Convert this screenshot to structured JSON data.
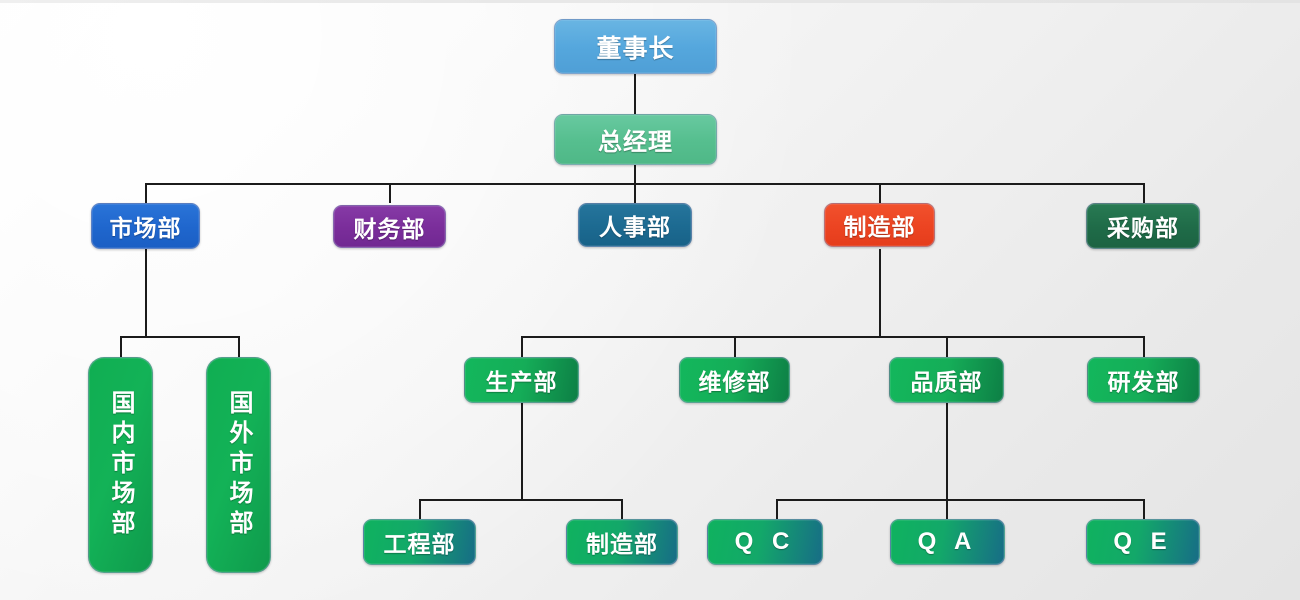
{
  "chart_data": {
    "type": "diagram",
    "diagram_type": "organization-chart",
    "title": "",
    "orientation": "top-down",
    "levels": 5,
    "nodes": [
      {
        "id": "chairman",
        "label": "董事长",
        "level": 0,
        "parent": null,
        "color": "#5bacdf",
        "shape": "rounded-rect",
        "orientation": "horizontal"
      },
      {
        "id": "gm",
        "label": "总经理",
        "level": 1,
        "parent": "chairman",
        "color": "#5bc292",
        "shape": "rounded-rect",
        "orientation": "horizontal"
      },
      {
        "id": "marketing",
        "label": "市场部",
        "level": 2,
        "parent": "gm",
        "color": "#2069cf",
        "shape": "rounded-rect",
        "orientation": "horizontal"
      },
      {
        "id": "finance",
        "label": "财务部",
        "level": 2,
        "parent": "gm",
        "color": "#7b2d9b",
        "shape": "rounded-rect",
        "orientation": "horizontal"
      },
      {
        "id": "hr",
        "label": "人事部",
        "level": 2,
        "parent": "gm",
        "color": "#1d6a92",
        "shape": "rounded-rect",
        "orientation": "horizontal"
      },
      {
        "id": "manufacturing",
        "label": "制造部",
        "level": 2,
        "parent": "gm",
        "color": "#ec4422",
        "shape": "rounded-rect",
        "orientation": "horizontal"
      },
      {
        "id": "purchasing",
        "label": "采购部",
        "level": 2,
        "parent": "gm",
        "color": "#1f6b48",
        "shape": "rounded-rect",
        "orientation": "horizontal"
      },
      {
        "id": "domestic-market",
        "label": "国内市场部",
        "level": 3,
        "parent": "marketing",
        "color": "#15ad4f",
        "shape": "rounded-rect",
        "orientation": "vertical"
      },
      {
        "id": "overseas-market",
        "label": "国外市场部",
        "level": 3,
        "parent": "marketing",
        "color": "#15ad4f",
        "shape": "rounded-rect",
        "orientation": "vertical"
      },
      {
        "id": "production",
        "label": "生产部",
        "level": 3,
        "parent": "manufacturing",
        "color": "#12b05a",
        "shape": "rounded-rect",
        "orientation": "horizontal"
      },
      {
        "id": "maintenance",
        "label": "维修部",
        "level": 3,
        "parent": "manufacturing",
        "color": "#12b05a",
        "shape": "rounded-rect",
        "orientation": "horizontal"
      },
      {
        "id": "quality",
        "label": "品质部",
        "level": 3,
        "parent": "manufacturing",
        "color": "#12b05a",
        "shape": "rounded-rect",
        "orientation": "horizontal"
      },
      {
        "id": "rnd",
        "label": "研发部",
        "level": 3,
        "parent": "manufacturing",
        "color": "#12b05a",
        "shape": "rounded-rect",
        "orientation": "horizontal"
      },
      {
        "id": "engineering",
        "label": "工程部",
        "level": 4,
        "parent": "production",
        "color": "#12b05a",
        "shape": "rounded-rect",
        "orientation": "horizontal"
      },
      {
        "id": "mfg-sub",
        "label": "制造部",
        "level": 4,
        "parent": "production",
        "color": "#12b05a",
        "shape": "rounded-rect",
        "orientation": "horizontal"
      },
      {
        "id": "qc",
        "label": "Q C",
        "level": 4,
        "parent": "quality",
        "color": "#12b05a",
        "shape": "rounded-rect",
        "orientation": "horizontal"
      },
      {
        "id": "qa",
        "label": "Q A",
        "level": 4,
        "parent": "quality",
        "color": "#12b05a",
        "shape": "rounded-rect",
        "orientation": "horizontal"
      },
      {
        "id": "qe",
        "label": "Q E",
        "level": 4,
        "parent": "quality",
        "color": "#12b05a",
        "shape": "rounded-rect",
        "orientation": "horizontal"
      }
    ],
    "edges": [
      {
        "from": "chairman",
        "to": "gm"
      },
      {
        "from": "gm",
        "to": "marketing"
      },
      {
        "from": "gm",
        "to": "finance"
      },
      {
        "from": "gm",
        "to": "hr"
      },
      {
        "from": "gm",
        "to": "manufacturing"
      },
      {
        "from": "gm",
        "to": "purchasing"
      },
      {
        "from": "marketing",
        "to": "domestic-market"
      },
      {
        "from": "marketing",
        "to": "overseas-market"
      },
      {
        "from": "manufacturing",
        "to": "production"
      },
      {
        "from": "manufacturing",
        "to": "maintenance"
      },
      {
        "from": "manufacturing",
        "to": "quality"
      },
      {
        "from": "manufacturing",
        "to": "rnd"
      },
      {
        "from": "production",
        "to": "engineering"
      },
      {
        "from": "production",
        "to": "mfg-sub"
      },
      {
        "from": "quality",
        "to": "qc"
      },
      {
        "from": "quality",
        "to": "qa"
      },
      {
        "from": "quality",
        "to": "qe"
      }
    ],
    "connector_color": "#1b1b1b",
    "background": "#f3f3f3"
  },
  "chart": {
    "chairman": {
      "label": "董事长"
    },
    "gm": {
      "label": "总经理"
    },
    "marketing": {
      "label": "市场部"
    },
    "finance": {
      "label": "财务部"
    },
    "hr": {
      "label": "人事部"
    },
    "manufacturing": {
      "label": "制造部"
    },
    "purchasing": {
      "label": "采购部"
    },
    "domestic_market": {
      "label": "国内市场部"
    },
    "overseas_market": {
      "label": "国外市场部"
    },
    "production": {
      "label": "生产部"
    },
    "maintenance": {
      "label": "维修部"
    },
    "quality": {
      "label": "品质部"
    },
    "rnd": {
      "label": "研发部"
    },
    "engineering": {
      "label": "工程部"
    },
    "mfg_sub": {
      "label": "制造部"
    },
    "qc": {
      "label": "Q C"
    },
    "qa": {
      "label": "Q A"
    },
    "qe": {
      "label": "Q E"
    }
  }
}
